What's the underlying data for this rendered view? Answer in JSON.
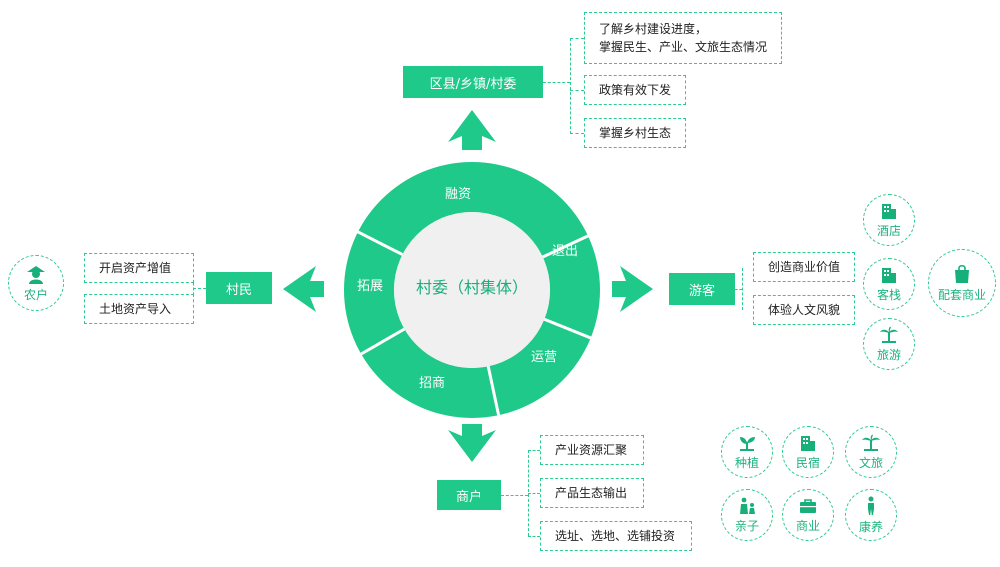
{
  "center": {
    "title": "村委（村集体）",
    "segments": [
      "融资",
      "退出",
      "运营",
      "招商",
      "拓展"
    ]
  },
  "top": {
    "label": "区县/乡镇/村委",
    "items": [
      "了解乡村建设进度，\n掌握民生、产业、文旅生态情况",
      "政策有效下发",
      "掌握乡村生态"
    ]
  },
  "left": {
    "label": "村民",
    "items": [
      "开启资产增值",
      "土地资产导入"
    ],
    "avatar": "农户"
  },
  "right": {
    "label": "游客",
    "items": [
      "创造商业价值",
      "体验人文风貌"
    ],
    "icons": [
      "酒店",
      "客栈",
      "旅游",
      "配套商业"
    ]
  },
  "bottom": {
    "label": "商户",
    "items": [
      "产业资源汇聚",
      "产品生态输出",
      "选址、选地、选铺投资"
    ],
    "icons": [
      "种植",
      "民宿",
      "文旅",
      "亲子",
      "商业",
      "康养"
    ]
  },
  "colors": {
    "primary": "#1ec98a",
    "dark": "#17b07a",
    "light": "#2ecb8e"
  }
}
